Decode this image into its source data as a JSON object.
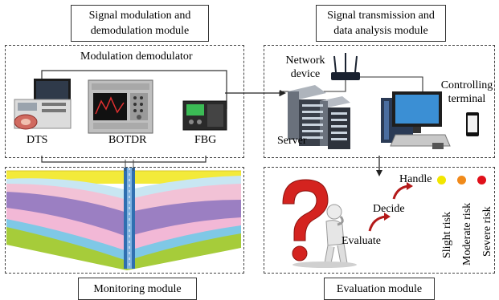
{
  "modules": {
    "signal_modulation": "Signal modulation and demodulation module",
    "signal_transmission": "Signal transmission and data analysis module",
    "monitoring": "Monitoring module",
    "evaluation": "Evaluation module"
  },
  "modulation_demodulator": "Modulation demodulator",
  "devices": {
    "dts": "DTS",
    "botdr": "BOTDR",
    "fbg": "FBG"
  },
  "network": {
    "network_device": "Network device",
    "server": "Server",
    "controlling_terminal": "Controlling terminal"
  },
  "evaluation_steps": {
    "evaluate": "Evaluate",
    "decide": "Decide",
    "handle": "Handle"
  },
  "risk_levels": [
    {
      "label": "Slight risk",
      "color": "#f2e600"
    },
    {
      "label": "Moderate risk",
      "color": "#f08a1a"
    },
    {
      "label": "Severe risk",
      "color": "#e0101a"
    }
  ]
}
